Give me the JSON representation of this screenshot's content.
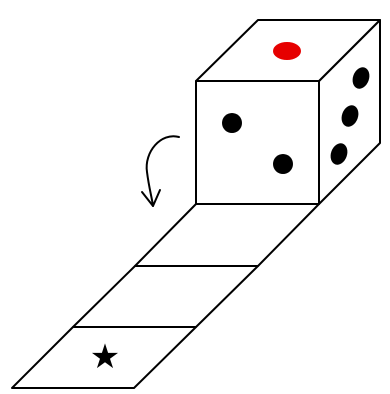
{
  "colors": {
    "background": "#ffffff",
    "stroke": "#000000",
    "pip": "#000000",
    "top_pip": "#e60000"
  },
  "die": {
    "top_face": {
      "pips": 1,
      "pip_color": "red"
    },
    "front_face": {
      "pips": 2
    },
    "right_face": {
      "pips": 3
    }
  },
  "track": {
    "squares": 3,
    "marked_square": 3,
    "marker_icon": "star-icon",
    "marker_glyph": "★"
  },
  "rotation_arrow": {
    "icon": "curved-arrow-icon",
    "direction": "roll-forward"
  }
}
